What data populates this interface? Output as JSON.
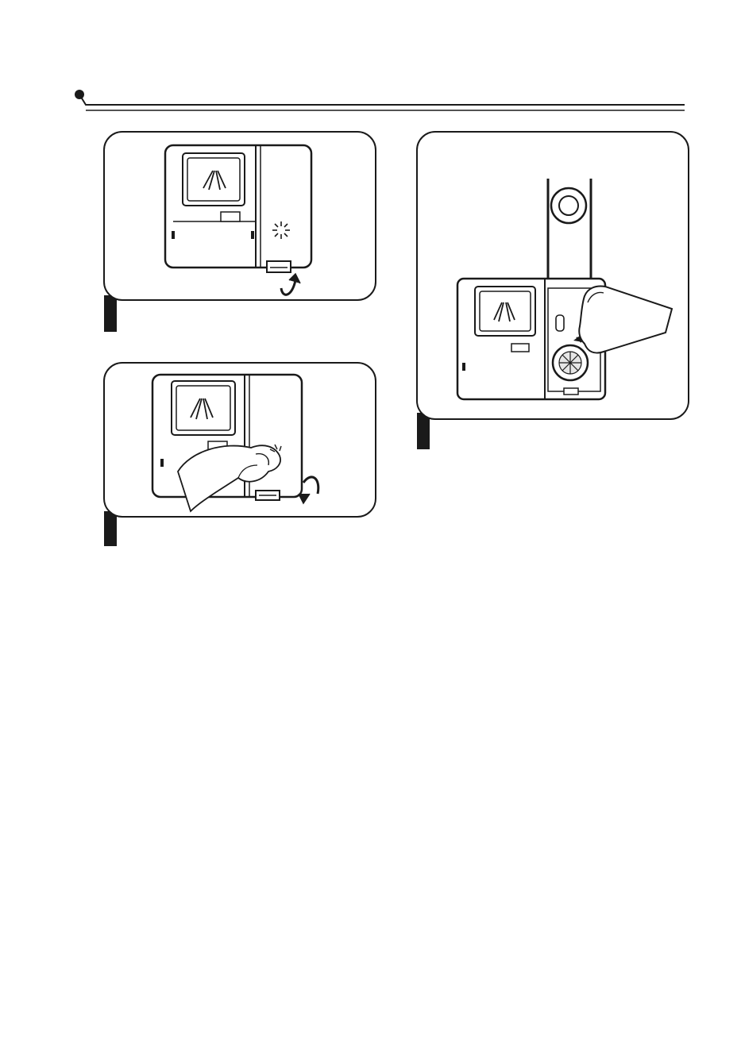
{
  "page": {
    "figures": [
      {
        "id": "figure-1",
        "depicts": "dispenser-cap-open"
      },
      {
        "id": "figure-2",
        "depicts": "dispenser-pressing-latch"
      },
      {
        "id": "figure-3",
        "depicts": "rinse-aid-filling"
      }
    ]
  },
  "colors": {
    "ink": "#1a1a1a",
    "paper": "#ffffff",
    "shade": "#e6e6e6"
  },
  "icons": [
    "sparkle-icon",
    "rotate-arrow-icon",
    "hand-icon",
    "detergent-bottle-icon"
  ]
}
